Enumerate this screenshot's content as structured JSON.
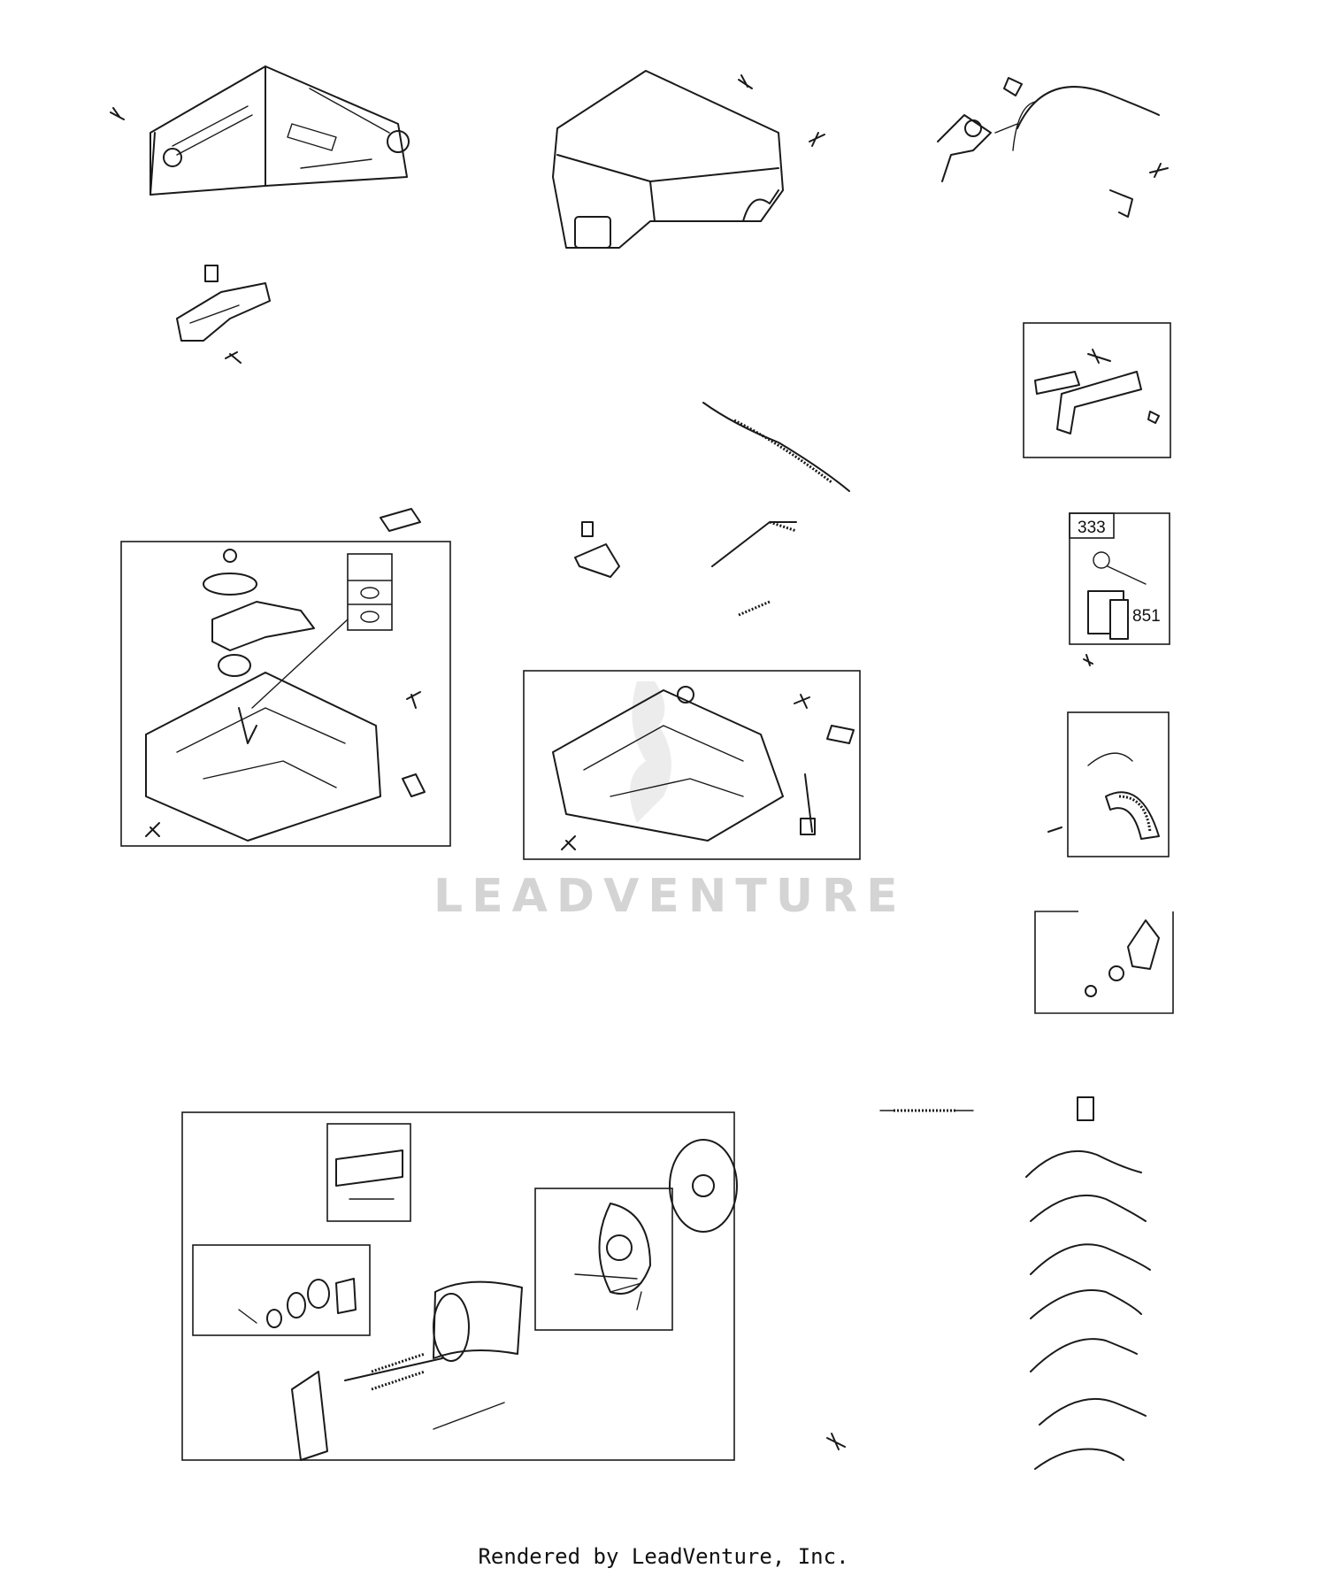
{
  "labels": {
    "callout_333": "333",
    "callout_851": "851"
  },
  "watermark": "LEADVENTURE",
  "footer": "Rendered by LeadVenture, Inc.",
  "colors": {
    "line": "#1a1a1a",
    "background": "#ffffff",
    "watermark": "#d4d4d4"
  }
}
